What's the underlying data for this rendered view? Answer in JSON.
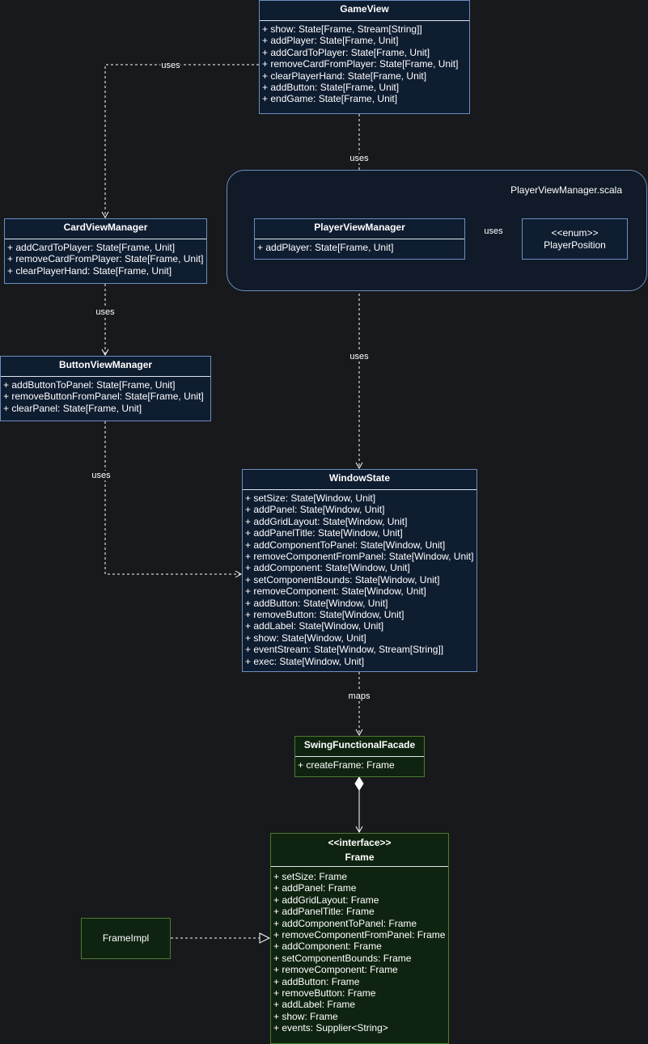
{
  "package": {
    "title": "PlayerViewManager.scala"
  },
  "classes": {
    "gameView": {
      "title": "GameView",
      "members": [
        "+ show: State[Frame, Stream[String]]",
        "+ addPlayer: State[Frame, Unit]",
        "+ addCardToPlayer: State[Frame, Unit]",
        "+ removeCardFromPlayer: State[Frame, Unit]",
        "+ clearPlayerHand: State[Frame, Unit]",
        "+ addButton: State[Frame, Unit]",
        "+ endGame: State[Frame, Unit]"
      ]
    },
    "cardViewManager": {
      "title": "CardViewManager",
      "members": [
        "+ addCardToPlayer: State[Frame, Unit]",
        "+ removeCardFromPlayer: State[Frame, Unit]",
        "+ clearPlayerHand: State[Frame, Unit]"
      ]
    },
    "playerViewManager": {
      "title": "PlayerViewManager",
      "members": [
        "+ addPlayer: State[Frame, Unit]"
      ]
    },
    "playerPosition": {
      "stereotype": "<<enum>>",
      "title": "PlayerPosition"
    },
    "buttonViewManager": {
      "title": "ButtonViewManager",
      "members": [
        "+ addButtonToPanel: State[Frame, Unit]",
        "+ removeButtonFromPanel: State[Frame, Unit]",
        "+ clearPanel: State[Frame, Unit]"
      ]
    },
    "windowState": {
      "title": "WindowState",
      "members": [
        "+ setSize: State[Window, Unit]",
        "+ addPanel: State[Window, Unit]",
        "+ addGridLayout: State[Window, Unit]",
        "+ addPanelTitle: State[Window, Unit]",
        "+ addComponentToPanel: State[Window, Unit]",
        "+ removeComponentFromPanel: State[Window, Unit]",
        "+ addComponent: State[Window, Unit]",
        "+ setComponentBounds: State[Window, Unit]",
        "+ removeComponent: State[Window, Unit]",
        "+ addButton: State[Window, Unit]",
        "+ removeButton: State[Window, Unit]",
        "+ addLabel: State[Window, Unit]",
        "+ show: State[Window, Unit]",
        "+ eventStream: State[Window, Stream[String]]",
        "+ exec: State[Window, Unit]"
      ]
    },
    "swingFunctionalFacade": {
      "title": "SwingFunctionalFacade",
      "members": [
        "+ createFrame: Frame"
      ]
    },
    "frame": {
      "stereotype": "<<interface>>",
      "title": "Frame",
      "members": [
        "+ setSize: Frame",
        "+ addPanel: Frame",
        "+ addGridLayout: Frame",
        "+ addPanelTitle: Frame",
        "+ addComponentToPanel: Frame",
        "+ removeComponentFromPanel: Frame",
        "+ addComponent: Frame",
        "+ setComponentBounds: Frame",
        "+ removeComponent: Frame",
        "+ addButton: Frame",
        "+ removeButton: Frame",
        "+ addLabel: Frame",
        "+ show: Frame",
        "+ events: Supplier<String>"
      ]
    },
    "frameImpl": {
      "title": "FrameImpl"
    }
  },
  "relations": {
    "gameToCard": "uses",
    "gameToPlayer": "uses",
    "playerToPosition": "uses",
    "cardToButton": "uses",
    "playerToWindow": "uses",
    "buttonToWindow": "uses",
    "windowToFacade": "maps"
  },
  "colors": {
    "background": "#18191c",
    "classBorder": "#6c8ebf",
    "classFill": "#0f1d31",
    "greenBorder": "#4d7a2e",
    "greenFill": "#0f2410",
    "edge": "#ffffff"
  }
}
